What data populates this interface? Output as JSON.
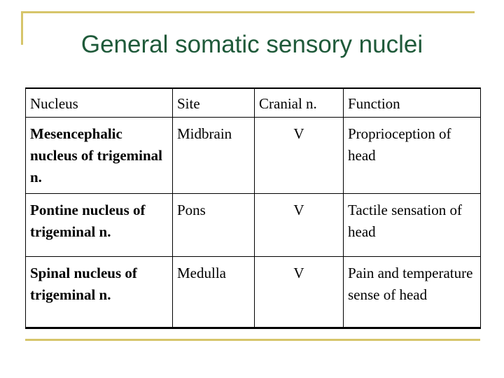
{
  "title": "General somatic sensory nuclei",
  "table": {
    "headers": [
      "Nucleus",
      "Site",
      "Cranial n.",
      "Function"
    ],
    "rows": [
      {
        "nucleus": "Mesencephalic nucleus of trigeminal n.",
        "site": "Midbrain",
        "cranial_n": "V",
        "function": "Proprioception of head"
      },
      {
        "nucleus": "Pontine nucleus of trigeminal n.",
        "site": "Pons",
        "cranial_n": "V",
        "function": "Tactile sensation of head"
      },
      {
        "nucleus": "Spinal nucleus of trigeminal n.",
        "site": "Medulla",
        "cranial_n": "V",
        "function": "Pain and temperature sense of head"
      }
    ]
  },
  "colors": {
    "title": "#1f5a3a",
    "frame": "#d6c56a"
  }
}
